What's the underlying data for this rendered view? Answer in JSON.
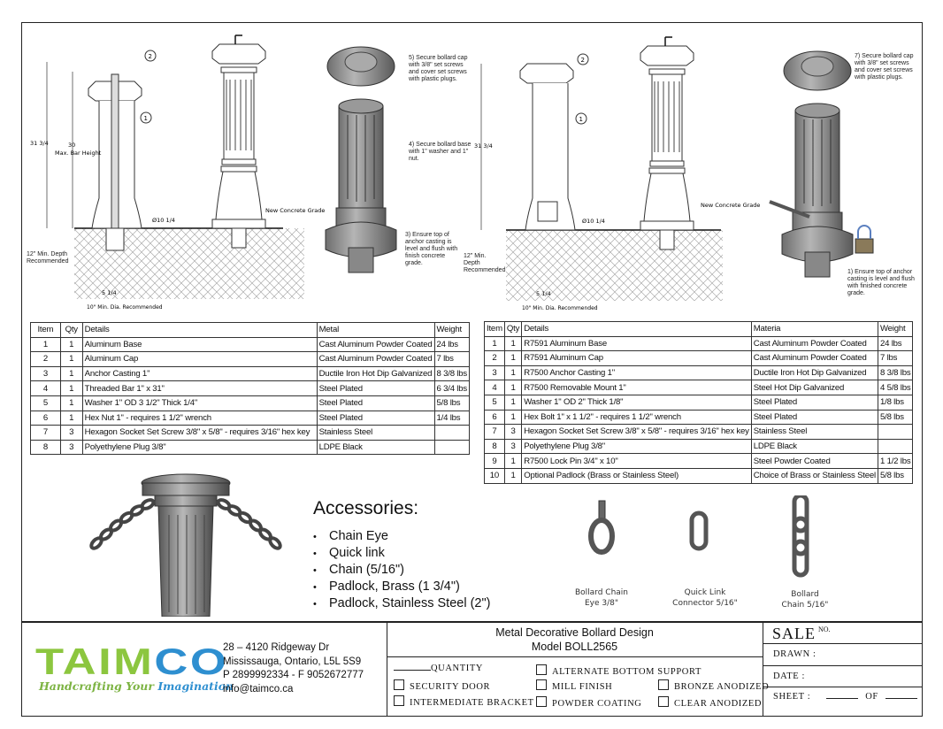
{
  "drawing_left": {
    "dim_overall": "31 3/4",
    "dim_bar": "30",
    "dim_bar_label": "Max. Bar Height",
    "dim_base": "Ø10 1/4",
    "grade_label": "New Concrete Grade",
    "depth_label": "12\" Min. Depth Recommended",
    "dim_anchor": "5 1/4",
    "dim_hole": "10\" Min. Dia. Recommended",
    "note_cap": "5) Secure bollard cap with 3/8\" set screws and cover set screws with plastic plugs.",
    "note_base": "4) Secure bollard base with 1\" washer and 1\" nut.",
    "note_anchor": "3) Ensure top of anchor casting is level and flush with finish concrete grade."
  },
  "drawing_right": {
    "dim_overall": "31 3/4",
    "dim_base": "Ø10 1/4",
    "grade_label": "New Concrete Grade",
    "depth_label": "12\" Min. Depth Recommended",
    "dim_anchor": "5 1/4",
    "dim_hole": "10\" Min. Dia. Recommended",
    "note_cap": "7) Secure bollard cap with 3/8\" set screws and cover set screws with plastic plugs.",
    "note_anchor": "1) Ensure top of anchor casting is level and flush with finished concrete grade."
  },
  "table_left": {
    "headers": [
      "Item",
      "Qty",
      "Details",
      "Metal",
      "Weight"
    ],
    "rows": [
      [
        "1",
        "1",
        "Aluminum Base",
        "Cast Aluminum Powder Coated",
        "24 lbs"
      ],
      [
        "2",
        "1",
        "Aluminum Cap",
        "Cast Aluminum Powder Coated",
        "7 lbs"
      ],
      [
        "3",
        "1",
        "Anchor Casting 1\"",
        "Ductile Iron Hot Dip Galvanized",
        "8 3/8 lbs"
      ],
      [
        "4",
        "1",
        "Threaded Bar 1\" x 31\"",
        "Steel Plated",
        "6 3/4 lbs"
      ],
      [
        "5",
        "1",
        "Washer 1\" OD 3 1/2\" Thick 1/4\"",
        "Steel Plated",
        "5/8 lbs"
      ],
      [
        "6",
        "1",
        "Hex Nut 1\" - requires 1 1/2\" wrench",
        "Steel Plated",
        "1/4 lbs"
      ],
      [
        "7",
        "3",
        "Hexagon Socket Set Screw 3/8\" x 5/8\" - requires 3/16\" hex key",
        "Stainless Steel",
        ""
      ],
      [
        "8",
        "3",
        "Polyethylene Plug 3/8\"",
        "LDPE Black",
        ""
      ]
    ]
  },
  "table_right": {
    "headers": [
      "Item",
      "Qty",
      "Details",
      "Materia",
      "Weight"
    ],
    "rows": [
      [
        "1",
        "1",
        "R7591 Aluminum Base",
        "Cast Aluminum Powder Coated",
        "24 lbs"
      ],
      [
        "2",
        "1",
        "R7591 Aluminum Cap",
        "Cast Aluminum Powder Coated",
        "7 lbs"
      ],
      [
        "3",
        "1",
        "R7500 Anchor Casting 1\"",
        "Ductile Iron Hot Dip Galvanized",
        "8 3/8 lbs"
      ],
      [
        "4",
        "1",
        "R7500 Removable Mount 1\"",
        "Steel Hot Dip Galvanized",
        "4 5/8 lbs"
      ],
      [
        "5",
        "1",
        "Washer 1\" OD 2\" Thick 1/8\"",
        "Steel Plated",
        "1/8 lbs"
      ],
      [
        "6",
        "1",
        "Hex Bolt 1\" x 1 1/2\" - requires 1 1/2\" wrench",
        "Steel Plated",
        "5/8 lbs"
      ],
      [
        "7",
        "3",
        "Hexagon Socket Set Screw 3/8\" x 5/8\" - requires 3/16\" hex key",
        "Stainless Steel",
        ""
      ],
      [
        "8",
        "3",
        "Polyethylene Plug 3/8\"",
        "LDPE Black",
        ""
      ],
      [
        "9",
        "1",
        "R7500 Lock Pin 3/4\" x 10\"",
        "Steel Powder Coated",
        "1 1/2 lbs"
      ],
      [
        "10",
        "1",
        "Optional Padlock (Brass or Stainless Steel)",
        "Choice of Brass or Stainless Steel",
        "5/8 lbs"
      ]
    ]
  },
  "accessories": {
    "title": "Accessories:",
    "items": [
      "Chain Eye",
      "Quick link",
      "Chain (5/16\")",
      "Padlock, Brass (1 3/4\")",
      "Padlock, Stainless Steel (2\")"
    ],
    "captions": [
      {
        "line1": "Bollard Chain",
        "line2": "Eye 3/8\""
      },
      {
        "line1": "Quick Link",
        "line2": "Connector 5/16\""
      },
      {
        "line1": "Bollard",
        "line2": "Chain 5/16\""
      }
    ]
  },
  "title_block": {
    "logo_part1": "TAIM",
    "logo_part2": "CO",
    "tagline_part1": "Handcrafting Your ",
    "tagline_part2": "Imagination",
    "address1": "28 – 4120 Ridgeway Dr",
    "address2": "Mississauga, Ontario, L5L 5S9",
    "phone": "P 2899992334 - F 9052672777",
    "email": "info@taimco.ca",
    "design_title": "Metal Decorative Bollard Design",
    "model": "Model BOLL2565",
    "quantity_label": "QUANTITY",
    "options": {
      "security_door": "SECURITY DOOR",
      "intermediate_bracket": "INTERMEDIATE BRACKET",
      "alternate_bottom_support": "ALTERNATE BOTTOM SUPPORT",
      "mill_finish": "MILL FINISH",
      "powder_coating": "POWDER COATING",
      "bronze_anodized": "BRONZE ANODIZED",
      "clear_anodized": "CLEAR ANODIZED"
    },
    "sale_label": "SALE",
    "sale_no": "NO.",
    "drawn_label": "DRAWN :",
    "date_label": "DATE :",
    "sheet_label": "SHEET :",
    "of_label": "OF"
  },
  "colors": {
    "logo_green": "#8cc63f",
    "logo_blue": "#2e8fd0"
  }
}
